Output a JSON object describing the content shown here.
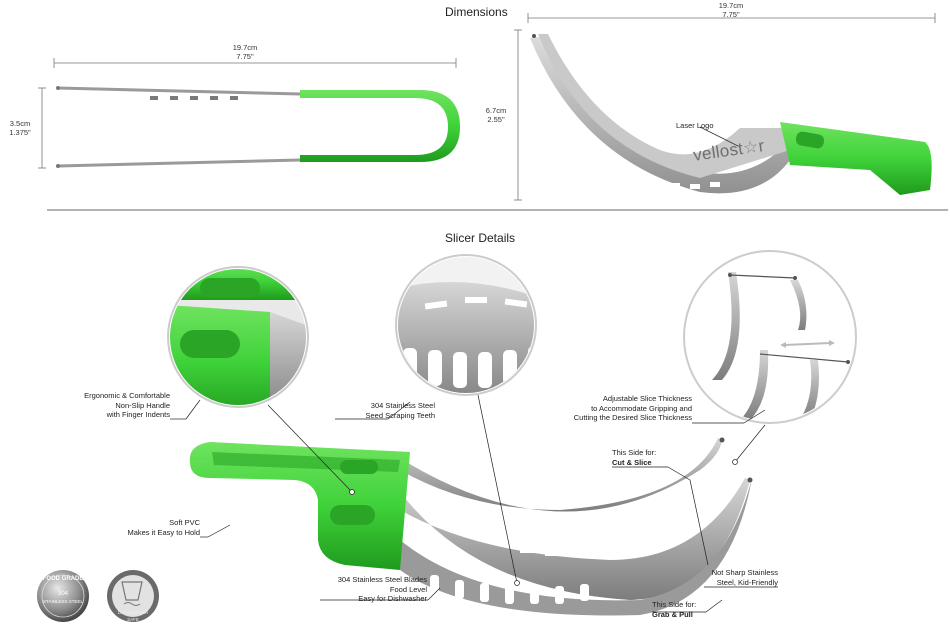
{
  "titles": {
    "dimensions": "Dimensions",
    "details": "Slicer Details"
  },
  "dims": {
    "top_len_cm": "19.7cm",
    "top_len_in": "7.75\"",
    "left_h_cm": "3.5cm",
    "left_h_in": "1.375\"",
    "right_len_cm": "19.7cm",
    "right_len_in": "7.75\"",
    "right_h_cm": "6.7cm",
    "right_h_in": "2.55\""
  },
  "logo": {
    "text": "vellost",
    "suffix": "r",
    "label": "Laser Logo"
  },
  "callouts": {
    "handle": [
      "Ergonomic & Comfortable",
      "Non-Slip Handle",
      "with Finger Indents"
    ],
    "teeth": [
      "304 Stainless Steel",
      "Seed Scraping Teeth"
    ],
    "adjust": [
      "Adjustable Slice Thickness",
      "to Accommodate Gripping and",
      "Cutting the Desired Slice Thickness"
    ],
    "cut_pre": "This Side for:",
    "cut_bold": "Cut & Slice",
    "pvc": [
      "Soft PVC",
      "Makes it Easy to Hold"
    ],
    "blades": [
      "304 Stainless Steel Blades",
      "Food Level",
      "Easy for Dishwasher"
    ],
    "notsharp": [
      "Not Sharp Stainless",
      "Steel, Kid-Friendly"
    ],
    "grab_pre": "This Side for:",
    "grab_bold": "Grab & Pull"
  },
  "badges": {
    "food_1": "FOOD GRADE",
    "food_2": "304",
    "food_3": "STAINLESS STEEL",
    "dish": "DISHWASHER SAFE"
  },
  "colors": {
    "green": "#3fd23a",
    "green_dark": "#2aa526",
    "steel": "#b5b5b5",
    "steel_dark": "#8a8a8a"
  }
}
